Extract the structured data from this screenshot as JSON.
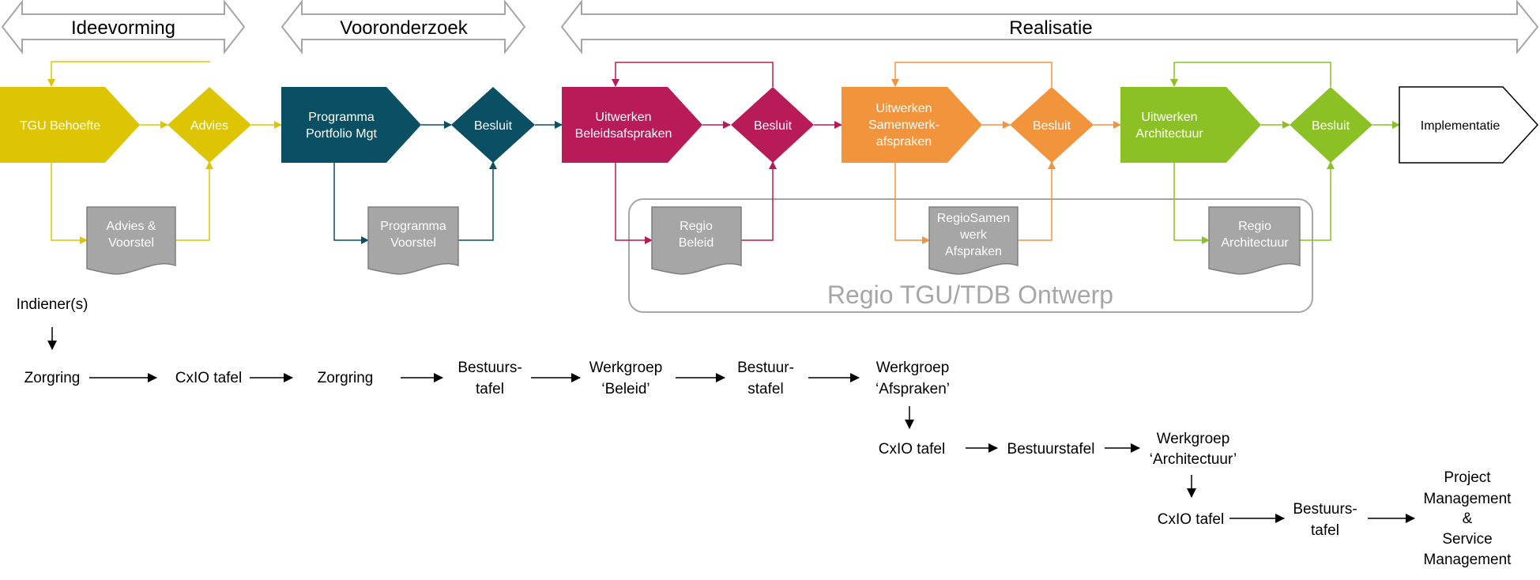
{
  "colors": {
    "yellow": "#dec504",
    "teal": "#0a4f63",
    "magenta": "#b81b57",
    "orange": "#f2943c",
    "green": "#8cc125",
    "gray": "#a6a6a6",
    "doc_gray": "#a6a6a6"
  },
  "phases": {
    "ideevorming": "Ideevorming",
    "vooronderzoek": "Vooronderzoek",
    "realisatie": "Realisatie"
  },
  "nodes": {
    "tgu_behoefte": "TGU Behoefte",
    "advies": "Advies",
    "programma_l1": "Programma",
    "programma_l2": "Portfolio Mgt",
    "besluit_1": "Besluit",
    "beleid_l1": "Uitwerken",
    "beleid_l2": "Beleidsafspraken",
    "besluit_2": "Besluit",
    "samenwerk_l1": "Uitwerken",
    "samenwerk_l2": "Samenwerk-",
    "samenwerk_l3": "afspraken",
    "besluit_3": "Besluit",
    "architectuur_l1": "Uitwerken",
    "architectuur_l2": "Architectuur",
    "besluit_4": "Besluit",
    "implementatie": "Implementatie"
  },
  "documents": {
    "advies_voorstel_l1": "Advies &",
    "advies_voorstel_l2": "Voorstel",
    "programma_voorstel_l1": "Programma",
    "programma_voorstel_l2": "Voorstel",
    "regio_beleid_l1": "Regio",
    "regio_beleid_l2": "Beleid",
    "regio_samen_l1": "RegioSamen",
    "regio_samen_l2": "werk",
    "regio_samen_l3": "Afspraken",
    "regio_arch_l1": "Regio",
    "regio_arch_l2": "Architectuur"
  },
  "region_label": "Regio TGU/TDB Ontwerp",
  "governance": {
    "indieners": "Indiener(s)",
    "zorgring_1": "Zorgring",
    "cxio_1": "CxIO tafel",
    "zorgring_2": "Zorgring",
    "bestuurs_1_l1": "Bestuurs-",
    "bestuurs_1_l2": "tafel",
    "wg_beleid_l1": "Werkgroep",
    "wg_beleid_l2": "‘Beleid’",
    "bestuurs_2_l1": "Bestuur-",
    "bestuurs_2_l2": "stafel",
    "wg_afspraken_l1": "Werkgroep",
    "wg_afspraken_l2": "‘Afspraken’",
    "cxio_2": "CxIO tafel",
    "bestuurstafel": "Bestuurstafel",
    "wg_arch_l1": "Werkgroep",
    "wg_arch_l2": "‘Architectuur’",
    "cxio_3": "CxIO tafel",
    "bestuurs_3_l1": "Bestuurs-",
    "bestuurs_3_l2": "tafel",
    "pm_l1": "Project",
    "pm_l2": "Management",
    "pm_l3": "&",
    "pm_l4": "Service",
    "pm_l5": "Management"
  }
}
